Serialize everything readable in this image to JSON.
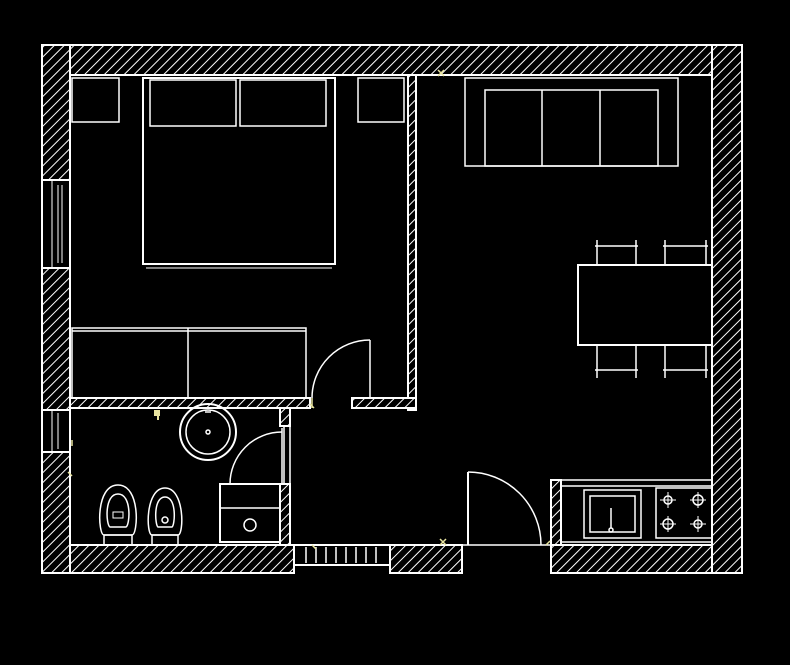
{
  "colors": {
    "background": "#000000",
    "line": "#ffffff",
    "marker": "#e8e4a0"
  },
  "plan": {
    "rooms": [
      "bedroom",
      "living-room",
      "bathroom",
      "entrance-hall",
      "kitchen"
    ],
    "furniture": {
      "bedroom": [
        "double-bed",
        "pillow",
        "pillow",
        "nightstand",
        "nightstand",
        "wardrobe"
      ],
      "living": [
        "sofa",
        "dining-table",
        "chair",
        "chair",
        "chair",
        "chair"
      ],
      "bathroom": [
        "toilet",
        "bidet",
        "washbasin",
        "shower"
      ],
      "kitchen": [
        "kitchen-counter",
        "sink",
        "cooktop"
      ]
    },
    "doors": [
      "bedroom-door",
      "bathroom-door",
      "entrance-door"
    ],
    "windows": [
      "bedroom-window",
      "bathroom-window"
    ],
    "radiator": "radiator"
  }
}
